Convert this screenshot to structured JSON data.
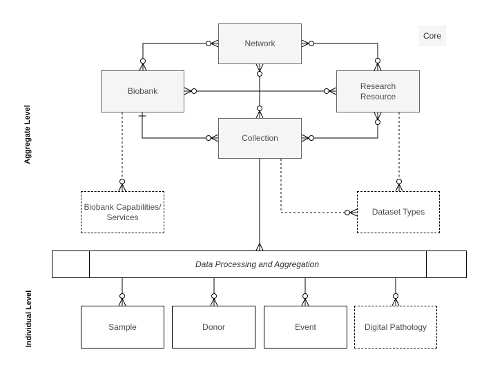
{
  "diagram": {
    "title_context": "Entity relationship diagram",
    "levels": {
      "aggregate": "Aggregate Level",
      "individual": "Individual Level"
    },
    "nodes": {
      "network": "Network",
      "biobank": "Biobank",
      "research_resource": "Research\nResource",
      "collection": "Collection",
      "core": "Core",
      "biobank_capabilities": "Biobank Capabilities/\nServices",
      "dataset_types": "Dataset Types",
      "processing_bar": "Data Processing and Aggregation",
      "sample": "Sample",
      "donor": "Donor",
      "event": "Event",
      "digital_pathology": "Digital Pathology"
    },
    "colors": {
      "aggregate_node_fill": "#f5f5f5",
      "aggregate_node_border": "#666666",
      "individual_node_border": "#000000",
      "line": "#000000",
      "label_text": "#4d4d4d",
      "background": "#ffffff"
    },
    "notation": "crows-foot (zero-or-many circles, one tick)"
  }
}
